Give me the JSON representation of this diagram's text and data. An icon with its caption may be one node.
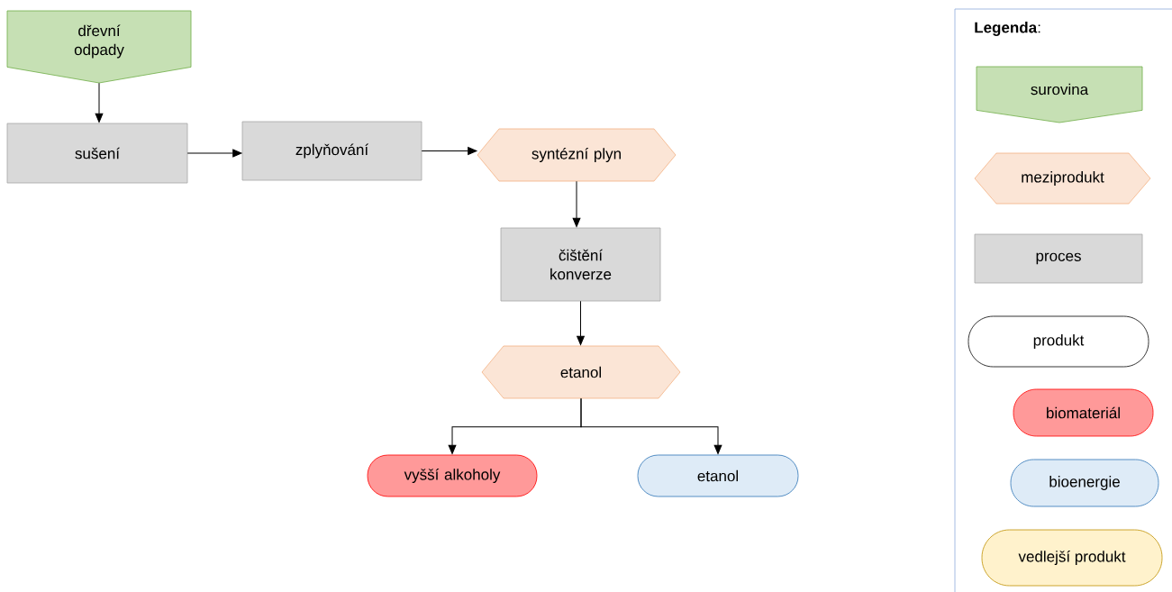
{
  "diagram": {
    "nodes": [
      {
        "text": [
          "dřevní odpady"
        ]
      },
      {
        "text": [
          "sušení"
        ]
      },
      {
        "text": [
          "zplyňování"
        ]
      },
      {
        "text": [
          "syntézní plyn"
        ]
      },
      {
        "text": [
          "čištění konverze"
        ]
      },
      {
        "text": [
          "etanol"
        ]
      },
      {
        "text": [
          "vyšší alkoholy"
        ]
      },
      {
        "text": [
          "etanol"
        ]
      }
    ],
    "edges": [
      {
        "from": 0,
        "to": 1,
        "arrow": "to"
      },
      {
        "from": 1,
        "to": 2,
        "arrow": "to"
      },
      {
        "from": 2,
        "to": 3,
        "arrow": "to"
      },
      {
        "from": 3,
        "to": 4,
        "arrow": "to"
      },
      {
        "from": 4,
        "to": 5,
        "arrow": "to"
      },
      {
        "from": 5,
        "to": 6,
        "arrow": "to"
      },
      {
        "from": 5,
        "to": 7,
        "arrow": "to"
      }
    ],
    "labels": [
      "**Legenda**:"
    ],
    "legend": [
      {
        "text": "surovina",
        "color": "#c6e0b4"
      },
      {
        "text": "meziprodukt",
        "color": "#fbe5d6"
      },
      {
        "text": "proces",
        "color": "#d9d9d9"
      },
      {
        "text": "produkt"
      },
      {
        "text": "biomateriál",
        "color": "#ff9999"
      },
      {
        "text": "bioenergie",
        "color": "#deebf7"
      },
      {
        "text": "vedlejší produkt",
        "color": "#fff2cc"
      }
    ]
  }
}
